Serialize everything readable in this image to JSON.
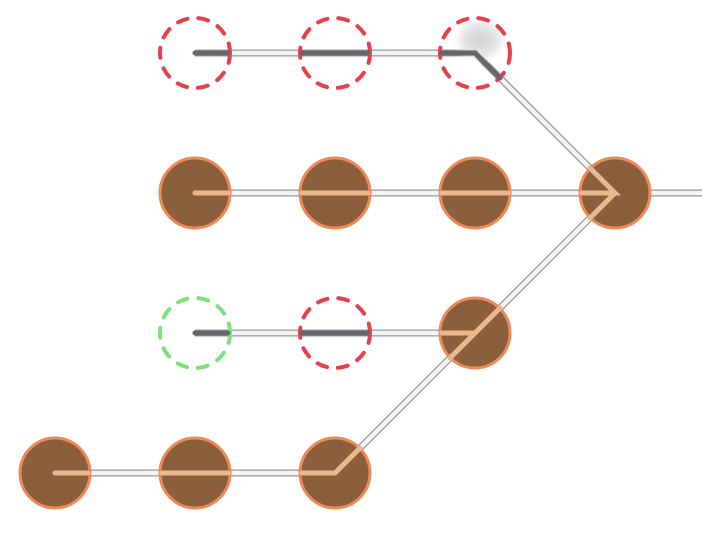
{
  "colors": {
    "node_fill": "#8b5e3c",
    "node_ring": "#ee8a5a",
    "active_wire": "#e8b98c",
    "inactive_wire": "#66676b",
    "pipe_edge": "#9a9a9a",
    "pipe_core": "#f4f4f4",
    "missing_node": "#e8404a",
    "target_node": "#7ee07e"
  },
  "nodes": [
    {
      "id": "r1c1",
      "state": "missing"
    },
    {
      "id": "r1c2",
      "state": "missing"
    },
    {
      "id": "r1c3",
      "state": "missing"
    },
    {
      "id": "r2c1",
      "state": "placed"
    },
    {
      "id": "r2c2",
      "state": "placed"
    },
    {
      "id": "r2c3",
      "state": "placed"
    },
    {
      "id": "r2c4",
      "state": "placed"
    },
    {
      "id": "r3c1",
      "state": "target"
    },
    {
      "id": "r3c2",
      "state": "missing"
    },
    {
      "id": "r3c3",
      "state": "placed"
    },
    {
      "id": "r4c1",
      "state": "placed"
    },
    {
      "id": "r4c2",
      "state": "placed"
    },
    {
      "id": "r4c3",
      "state": "placed"
    }
  ]
}
